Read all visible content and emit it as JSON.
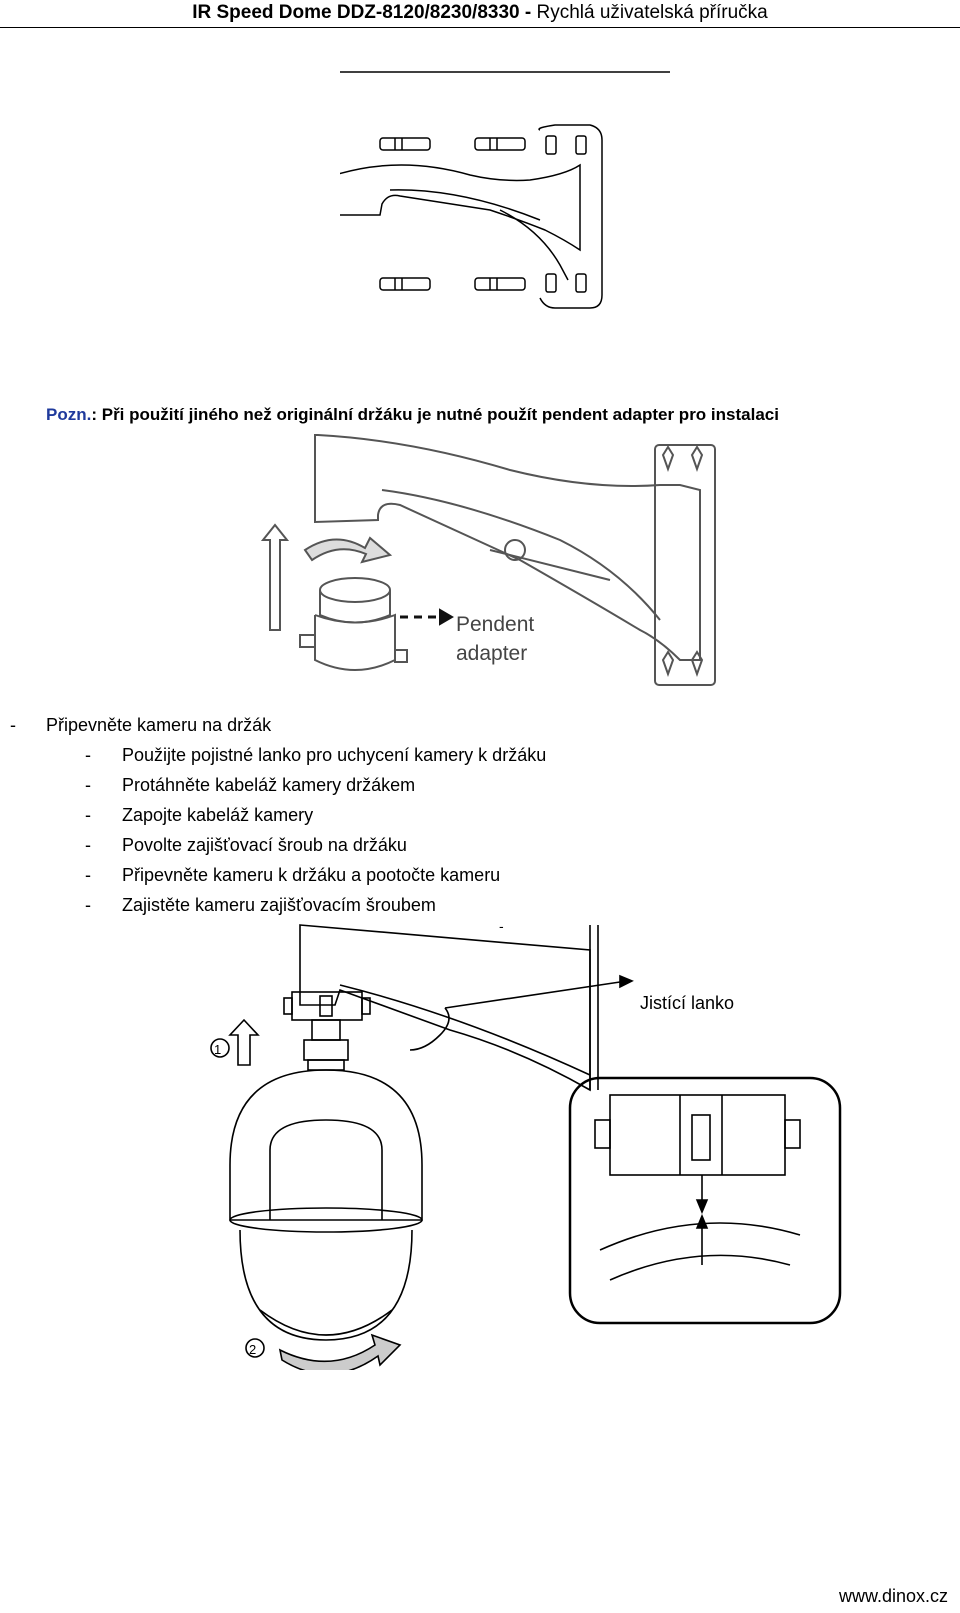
{
  "header": {
    "model": "IR Speed Dome DDZ-8120/8230/8330 -",
    "subtitle": " Rychlá uživatelská příručka"
  },
  "note": {
    "prefix": "Pozn.",
    "text": ": Při použití jiného než originální držáku je nutné použít pendent adapter pro instalaci"
  },
  "figure2": {
    "label_line1": "Pendent",
    "label_line2": "adapter"
  },
  "steps": {
    "dash": "-",
    "main": "Připevněte kameru na držák",
    "sub": [
      "Použijte pojistné lanko pro uchycení kamery k držáku",
      "Protáhněte kabeláž kamery držákem",
      "Zapojte kabeláž kamery",
      "Povolte zajišťovací šroub na držáku",
      "Připevněte kameru k držáku a pootočte kameru",
      "Zajistěte kameru zajišťovacím šroubem"
    ]
  },
  "figure3": {
    "stray_mark": "-",
    "label_lanko": "Jistící lanko",
    "step1": "1",
    "step2": "2"
  },
  "footer": {
    "url": "www.dinox.cz"
  }
}
